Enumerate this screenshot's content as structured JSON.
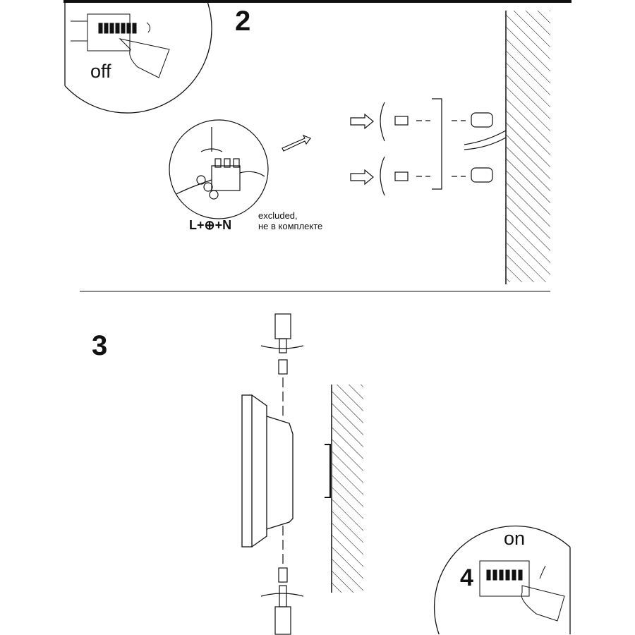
{
  "steps": {
    "two": "2",
    "three": "3",
    "four": "4"
  },
  "labels": {
    "off": "off",
    "on": "on",
    "wiring": "L+⊕+N",
    "excluded_en": "excluded,",
    "excluded_ru": "не в комплекте"
  },
  "colors": {
    "ink": "#111111",
    "background": "#ffffff"
  }
}
